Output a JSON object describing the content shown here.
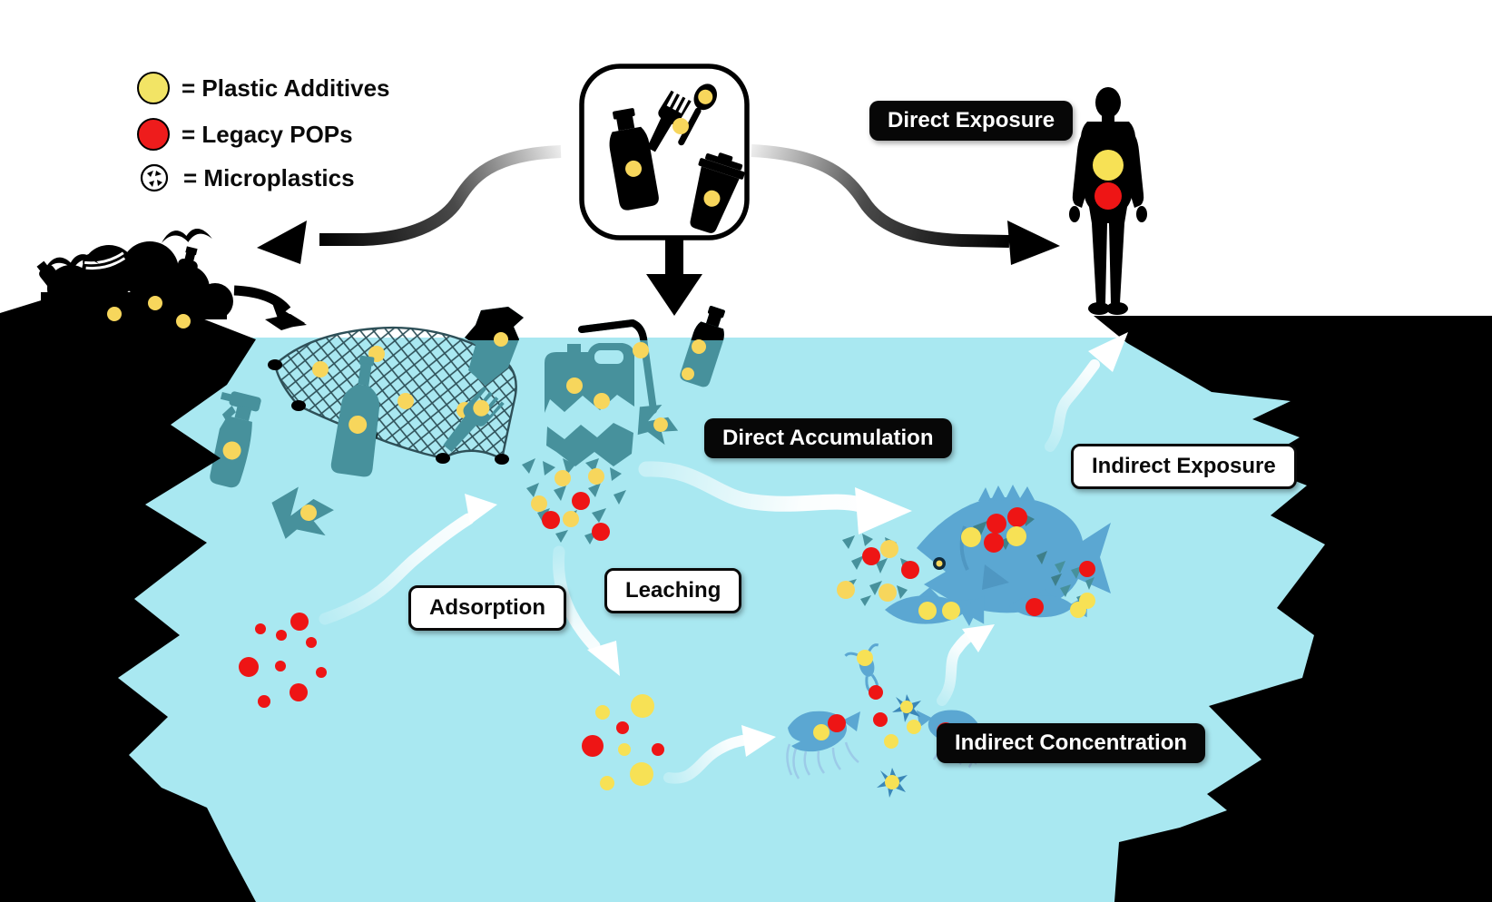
{
  "legend": {
    "items": [
      {
        "label": "= Plastic Additives",
        "swatch_color": "#f2e465",
        "icon": "plastic-additive-dot-icon"
      },
      {
        "label": "= Legacy POPs",
        "swatch_color": "#ee1c1c",
        "icon": "legacy-pops-dot-icon"
      },
      {
        "label": "= Microplastics",
        "swatch_color": "#ffffff",
        "icon": "microplastics-icon"
      }
    ]
  },
  "labels": {
    "direct_exposure": "Direct Exposure",
    "direct_accumulation": "Direct Accumulation",
    "adsorption": "Adsorption",
    "leaching": "Leaching",
    "indirect_exposure": "Indirect Exposure",
    "indirect_concentration": "Indirect Concentration"
  },
  "icons": [
    "plastic-waste-source-box",
    "water-bottle-icon",
    "fork-icon",
    "spoon-icon",
    "coffee-cup-icon",
    "trash-pile-icon",
    "seagull-icon",
    "human-silhouette-icon",
    "fishing-net-icon",
    "spray-bottle-icon",
    "glass-bottle-icon",
    "plastic-jug-icon",
    "plastic-bag-icon",
    "straw-icon",
    "big-fish-icon",
    "small-fish-icon",
    "krill-icon",
    "plankton-icon",
    "microplastic-fragments",
    "pops-dot-cluster",
    "leached-chemical-cluster"
  ],
  "colors": {
    "water": "#a9e8f1",
    "submerged_plastic": "#47919c",
    "net_lines": "#2e5058",
    "fish_blue": "#5ba7d2",
    "plankton_blue": "#3b87b8",
    "additives_yellow": "#f7d65c",
    "pops_red": "#ee1515",
    "land_black": "#000000",
    "label_dark_bg": "#070707",
    "label_light_bg": "#ffffff"
  }
}
